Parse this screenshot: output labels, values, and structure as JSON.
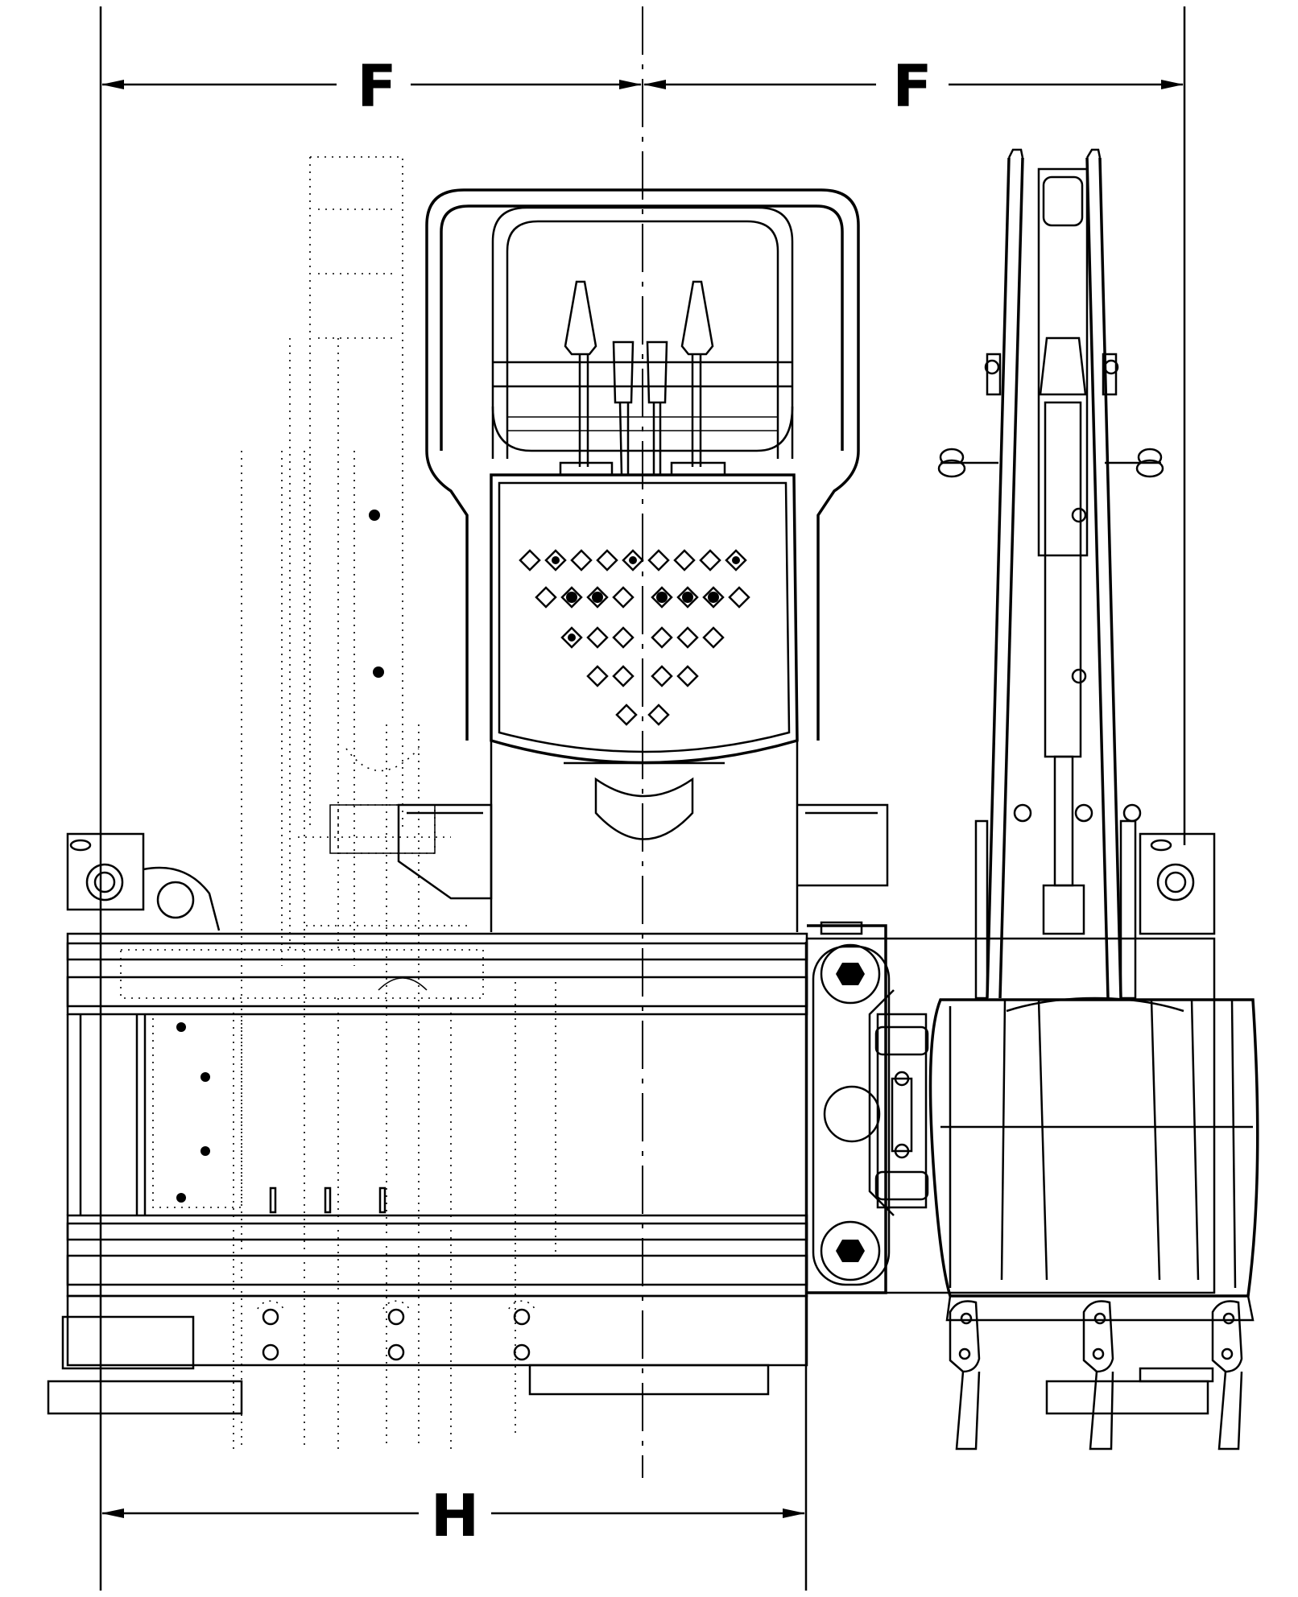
{
  "dimensions": {
    "f_left": "F",
    "f_right": "F",
    "h_bottom": "H"
  },
  "colors": {
    "line": "#000000",
    "background": "#ffffff"
  }
}
